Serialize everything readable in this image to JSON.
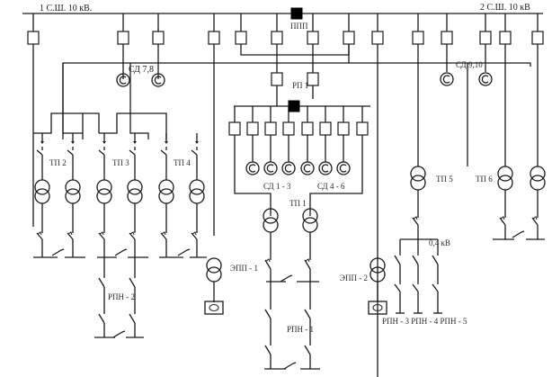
{
  "diagram": {
    "type": "single-line electrical power supply schematic",
    "buses": {
      "bus1": {
        "label": "1 С.Ш. 10 кВ."
      },
      "bus2": {
        "label": "2 С.Ш. 10 кВ"
      },
      "sectional_switch": {
        "label": "ППП",
        "icon": "sectional-breaker-filled-square"
      }
    },
    "motor_groups": {
      "sd78": {
        "label": "СД 7,8",
        "count": 2
      },
      "sd910": {
        "label": "СД 9,10",
        "count": 2
      },
      "sd13": {
        "label": "СД 1 - 3",
        "count": 3
      },
      "sd46": {
        "label": "СД 4 - 6",
        "count": 3
      }
    },
    "distribution_point": {
      "label": "РП 1",
      "icon": "sectional-breaker-filled-square"
    },
    "substations": {
      "tp1": {
        "label": "ТП 1",
        "transformers": 2
      },
      "tp2": {
        "label": "ТП 2",
        "transformers": 2
      },
      "tp3": {
        "label": "ТП 3",
        "transformers": 2
      },
      "tp4": {
        "label": "ТП 4",
        "transformers": 2
      },
      "tp5": {
        "label": "ТП 5",
        "transformers": 1
      },
      "tp6": {
        "label": "ТП 6",
        "transformers": 2
      }
    },
    "electric_furnaces": {
      "epp1": {
        "label": "ЭПП - 1"
      },
      "epp2": {
        "label": "ЭПП - 2"
      }
    },
    "lv_panels": {
      "rpn1": {
        "label": "РПН - 1"
      },
      "rpn2": {
        "label": "РПН - 2"
      },
      "rpn345": {
        "label": "РПН - 3 РПН - 4 РПН - 5"
      }
    },
    "voltage_label": "0,4 кВ"
  }
}
